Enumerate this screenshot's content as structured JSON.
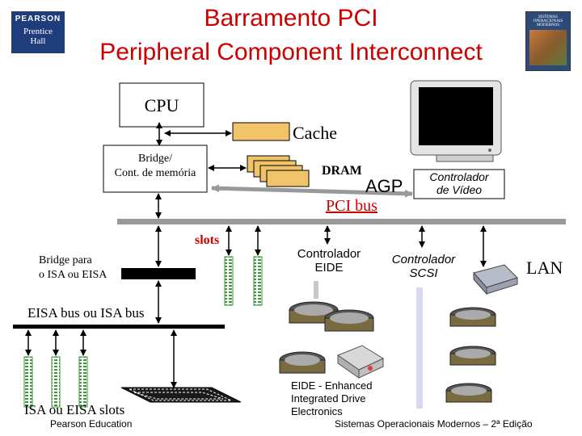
{
  "slide": {
    "title_line1": "Barramento PCI",
    "title_line2": "Peripheral Component Interconnect"
  },
  "logo": {
    "brand": "PEARSON",
    "imprint": "Prentice Hall"
  },
  "book_cover": {
    "text": "SISTEMAS OPERACIONAIS MODERNOS"
  },
  "labels": {
    "cpu": "CPU",
    "cache": "Cache",
    "bridge_line1": "Bridge/",
    "bridge_line2": "Cont. de memória",
    "dram": "DRAM",
    "agp": "AGP",
    "video_line1": "Controlador",
    "video_line2": "de Vídeo",
    "pci_bus": "PCI bus",
    "slots": "slots",
    "isa_bridge_line1": "Bridge para",
    "isa_bridge_line2": "o ISA ou EISA",
    "eide_line1": "Controlador",
    "eide_line2": "EIDE",
    "scsi_line1": "Controlador",
    "scsi_line2": "SCSI",
    "lan": "LAN",
    "eisa_bus": "EISA bus ou ISA bus",
    "isa_slots": "ISA ou EISA slots",
    "eide_note_line1": "EIDE - Enhanced",
    "eide_note_line2": "Integrated Drive",
    "eide_note_line3": "Electronics"
  },
  "footer": {
    "left": "Pearson Education",
    "right": "Sistemas Operacionais Modernos – 2ª Edição"
  },
  "colors": {
    "title": "#cc0000",
    "pci_bus_text": "#cc0000",
    "slots_text": "#cc0000",
    "bus_line": "#999999",
    "bridge_box": "#000000",
    "logo_bg": "#1f3d7a"
  }
}
